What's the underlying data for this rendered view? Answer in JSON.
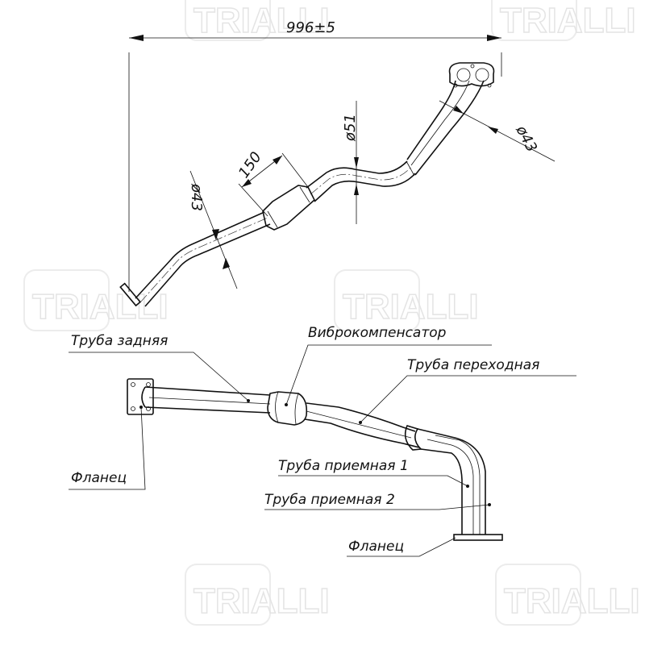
{
  "watermark": "TRIALLI",
  "dimensions": {
    "overall_length": "996±5",
    "rear_pipe_diameter": "ø43",
    "compensator_length": "150",
    "mid_pipe_diameter": "ø51",
    "front_pipe_diameter": "ø43"
  },
  "labels": {
    "rear_pipe": "Труба задняя",
    "compensator": "Виброкомпенсатор",
    "transition_pipe": "Труба переходная",
    "rear_flange": "Фланец",
    "intake_pipe_1": "Труба приемная 1",
    "intake_pipe_2": "Труба приемная 2",
    "front_flange": "Фланец"
  }
}
